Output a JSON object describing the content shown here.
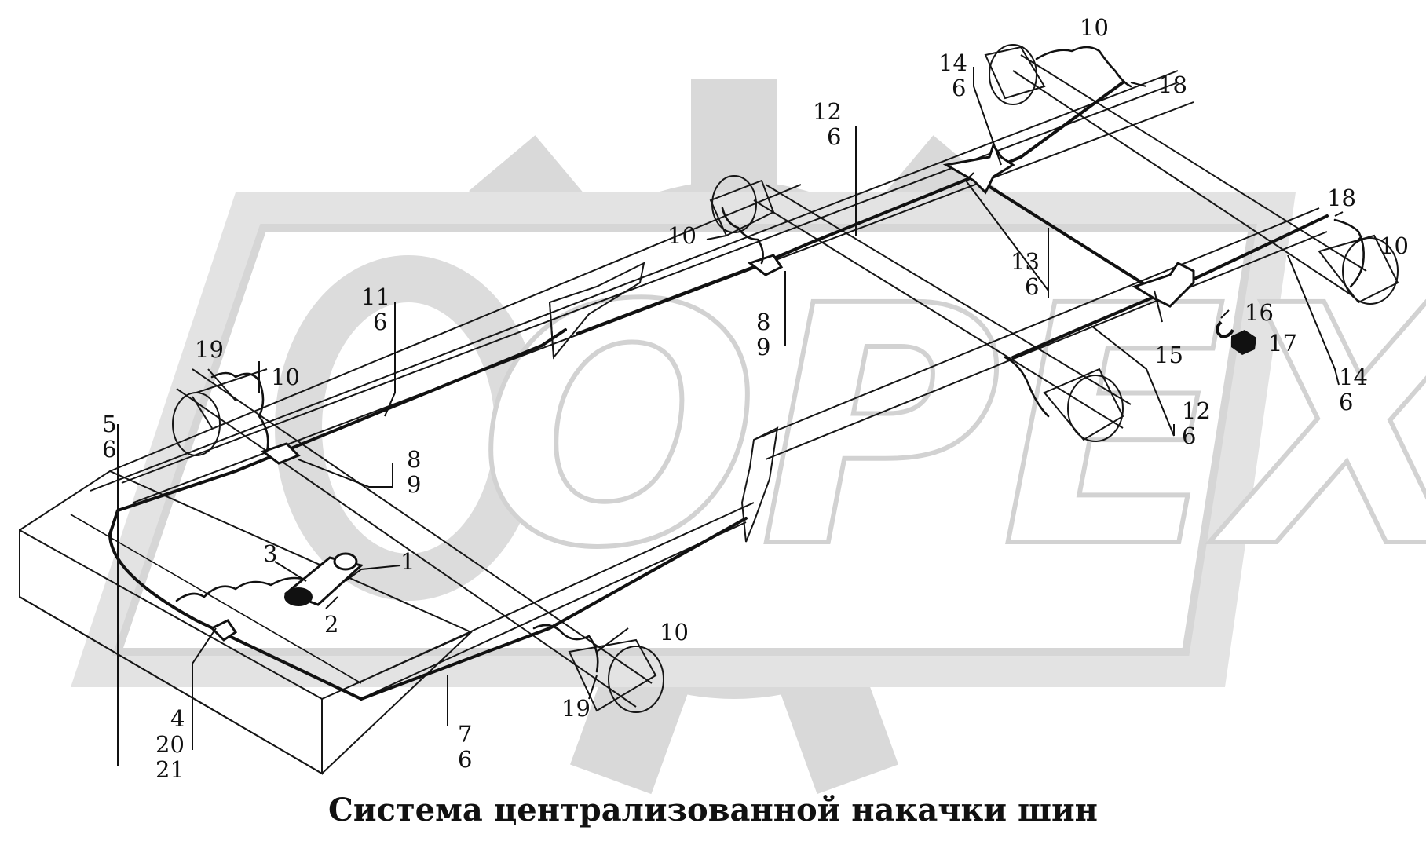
{
  "diagram": {
    "title": "Система централизованной накачки шин",
    "watermark": "OPEX",
    "callouts": {
      "c1": "1",
      "c2": "2",
      "c3": "3",
      "c4": "4",
      "c20": "20",
      "c21": "21",
      "c5": "5",
      "c6_left": "6",
      "c7": "7",
      "c6_bottom": "6",
      "c8_left": "8",
      "c9_left": "9",
      "c8_mid": "8",
      "c9_mid": "9",
      "c10_leftwheel": "10",
      "c10_frontwheel": "10",
      "c10_midwheel": "10",
      "c10_topwheel": "10",
      "c10_rightwheel": "10",
      "c11": "11",
      "c6_11": "6",
      "c12_top": "12",
      "c6_12top": "6",
      "c12_right": "12",
      "c6_12right": "6",
      "c13": "13",
      "c6_13": "6",
      "c14_top": "14",
      "c6_14top": "6",
      "c14_right": "14",
      "c6_14right": "6",
      "c15": "15",
      "c16": "16",
      "c17": "17",
      "c18_top": "18",
      "c18_right": "18",
      "c19_left": "19",
      "c19_bottom": "19"
    },
    "colors": {
      "line": "#111111",
      "watermark": "#d2d2d2",
      "background": "#ffffff"
    }
  }
}
